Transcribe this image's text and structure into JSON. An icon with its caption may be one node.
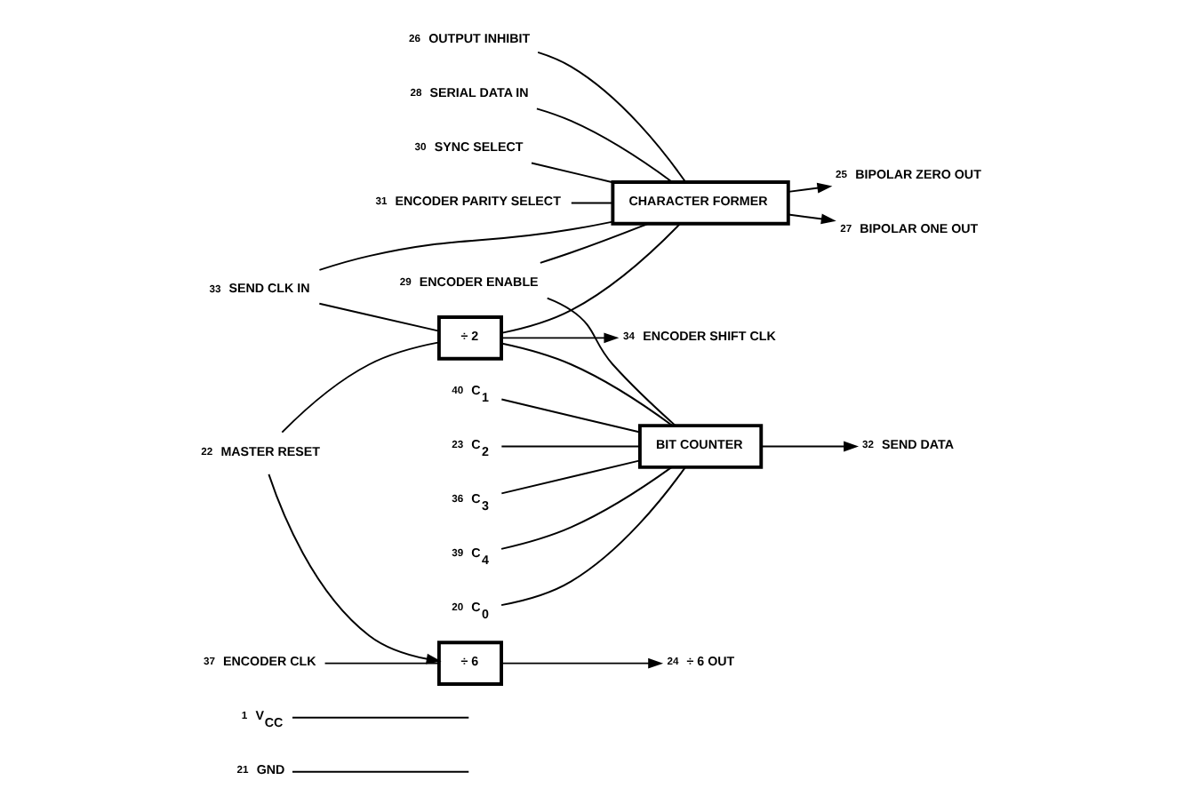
{
  "diagram": {
    "nodes": [
      {
        "text": [
          "GND"
        ],
        "beside": [
          "21"
        ]
      },
      {
        "text": [
          "V$_{CC}$"
        ],
        "beside": [
          "1"
        ]
      },
      {
        "text": [
          "MASTER RESET"
        ],
        "beside": [
          "22"
        ]
      },
      {
        "text": [
          "SEND CLK IN"
        ],
        "beside": [
          "33"
        ]
      },
      {
        "text": [
          "OUTPUT INHIBIT"
        ],
        "beside": [
          "26"
        ]
      },
      {
        "text": [
          "÷ 6 OUT"
        ],
        "beside": [
          "24"
        ]
      },
      {
        "text": [
          "÷ 2"
        ]
      },
      {
        "text": [
          "÷ 6"
        ]
      },
      {
        "text": [
          "CHARACTER FORMER"
        ]
      },
      {
        "text": [
          "BIPOLAR ONE OUT"
        ],
        "beside": [
          "27"
        ]
      },
      {
        "text": [
          "BIPOLAR ZERO OUT"
        ],
        "beside": [
          "25"
        ]
      },
      {
        "text": [
          "ENCODER CLK"
        ],
        "beside": [
          "37"
        ]
      },
      {
        "text": [
          "BIT COUNTER"
        ]
      },
      {
        "text": [
          "SEND DATA"
        ],
        "beside": [
          "32"
        ]
      },
      {
        "text": [
          "C$_{0}$"
        ],
        "beside": [
          "20"
        ]
      },
      {
        "text": [
          "C$_{1}$"
        ],
        "beside": [
          "40"
        ]
      },
      {
        "text": [
          "C$_{2}$"
        ],
        "beside": [
          "23"
        ]
      },
      {
        "text": [
          "C$_{3}$"
        ],
        "beside": [
          "36"
        ]
      },
      {
        "text": [
          "C$_{4}$"
        ],
        "beside": [
          "39"
        ]
      },
      {
        "text": [
          "ENCODER SHIFT CLK"
        ],
        "beside": [
          "34"
        ]
      },
      {
        "text": [
          "SERIAL DATA IN"
        ],
        "beside": [
          "28"
        ]
      },
      {
        "text": [
          "ENCODER ENABLE"
        ],
        "beside": [
          "29"
        ]
      },
      {
        "text": [
          "SYNC SELECT"
        ],
        "beside": [
          "30"
        ]
      },
      {
        "text": [
          "ENCODER PARITY SELECT"
        ],
        "beside": [
          "31"
        ]
      }
    ],
    "edges": [
      {
        "from": 0,
        "to": null,
        "arrow": "none"
      },
      {
        "from": 1,
        "to": null,
        "arrow": "none"
      },
      {
        "from": 2,
        "to": 6,
        "arrow": "none"
      },
      {
        "from": 2,
        "to": 7,
        "arrow": "to"
      },
      {
        "from": 3,
        "to": 6,
        "arrow": "none"
      },
      {
        "from": 3,
        "to": 8,
        "arrow": "none"
      },
      {
        "from": 4,
        "to": 8,
        "arrow": "none"
      },
      {
        "from": 7,
        "to": 5,
        "arrow": "to"
      },
      {
        "from": 11,
        "to": 7,
        "arrow": "none"
      },
      {
        "from": 6,
        "to": 8,
        "arrow": "none"
      },
      {
        "from": 6,
        "to": 12,
        "arrow": "none"
      },
      {
        "from": 6,
        "to": 19,
        "arrow": "to"
      },
      {
        "from": 8,
        "to": 9,
        "arrow": "to"
      },
      {
        "from": 8,
        "to": 10,
        "arrow": "to"
      },
      {
        "from": 21,
        "to": 8,
        "arrow": "none"
      },
      {
        "from": 21,
        "to": 12,
        "arrow": "none"
      },
      {
        "from": 12,
        "to": 13,
        "arrow": "to"
      },
      {
        "from": 14,
        "to": 12,
        "arrow": "none"
      },
      {
        "from": 15,
        "to": 12,
        "arrow": "none"
      },
      {
        "from": 16,
        "to": 12,
        "arrow": "none"
      },
      {
        "from": 17,
        "to": 12,
        "arrow": "none"
      },
      {
        "from": 18,
        "to": 12,
        "arrow": "none"
      },
      {
        "from": 20,
        "to": 8,
        "arrow": "none"
      },
      {
        "from": 22,
        "to": 8,
        "arrow": "none"
      },
      {
        "from": 23,
        "to": 8,
        "arrow": "none"
      }
    ]
  }
}
